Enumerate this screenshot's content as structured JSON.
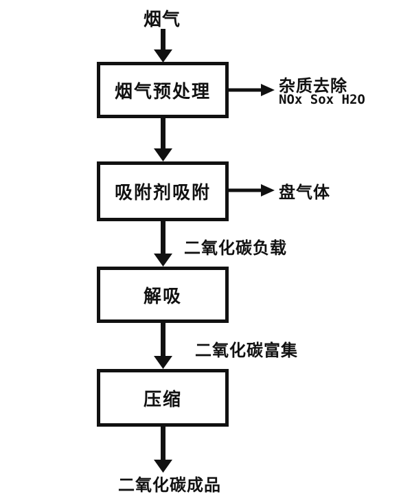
{
  "diagram": {
    "source_label": "烟气",
    "boxes": [
      {
        "label": "烟气预处理"
      },
      {
        "label": "吸附剂吸附"
      },
      {
        "label": "解吸"
      },
      {
        "label": "压缩"
      }
    ],
    "side_outputs": [
      {
        "line1": "杂质去除",
        "line2": "NOx Sox H2O"
      },
      {
        "line1": "盘气体"
      }
    ],
    "flow_labels": {
      "after_adsorption": "二氧化碳负载",
      "after_desorption": "二氧化碳富集"
    },
    "sink_label": "二氧化碳成品",
    "colors": {
      "line": "#111111",
      "background": "#ffffff",
      "text": "#111111"
    }
  }
}
